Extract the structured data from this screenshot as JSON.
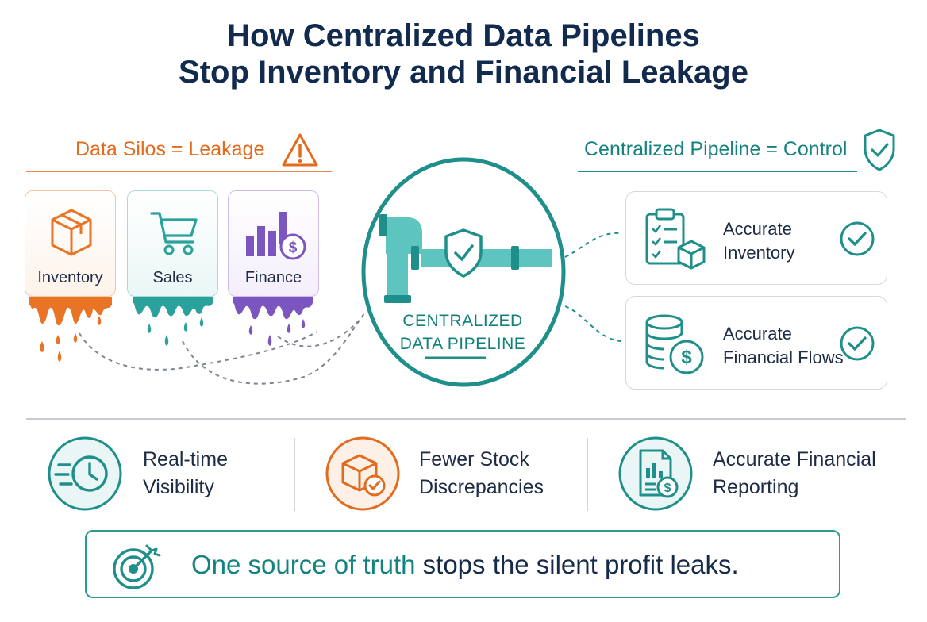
{
  "title": {
    "line1": "How Centralized Data Pipelines",
    "line2": "Stop Inventory and Financial Leakage"
  },
  "left_header": {
    "text": "Data Silos = Leakage",
    "icon": "warning-triangle-icon",
    "color": "#e46a1d"
  },
  "right_header": {
    "text": "Centralized Pipeline = Control",
    "icon": "shield-check-icon",
    "color": "#14837f"
  },
  "silos": [
    {
      "label": "Inventory",
      "icon": "box-icon",
      "color": "#ea7425"
    },
    {
      "label": "Sales",
      "icon": "cart-icon",
      "color": "#2aa19b"
    },
    {
      "label": "Finance",
      "icon": "finance-chart-icon",
      "color": "#7b55c0"
    }
  ],
  "center": {
    "line1": "CENTRALIZED",
    "line2": "DATA PIPELINE",
    "icon": "pipe-shield-icon",
    "color": "#1e8f8a"
  },
  "outcomes": [
    {
      "line1": "Accurate",
      "line2": "Inventory",
      "icon": "clipboard-box-icon"
    },
    {
      "line1": "Accurate",
      "line2": "Financial Flows",
      "icon": "coins-dollar-icon"
    }
  ],
  "benefits": [
    {
      "line1": "Real-time",
      "line2": "Visibility",
      "icon": "clock-fast-icon",
      "color": "#1e8f8a"
    },
    {
      "line1": "Fewer Stock",
      "line2": "Discrepancies",
      "icon": "box-check-icon",
      "color": "#e46a1d"
    },
    {
      "line1": "Accurate Financial",
      "line2": "Reporting",
      "icon": "report-dollar-icon",
      "color": "#1e8f8a"
    }
  ],
  "banner": {
    "highlight": "One source of truth",
    "rest": " stops the silent profit leaks.",
    "icon": "target-arrow-icon"
  }
}
